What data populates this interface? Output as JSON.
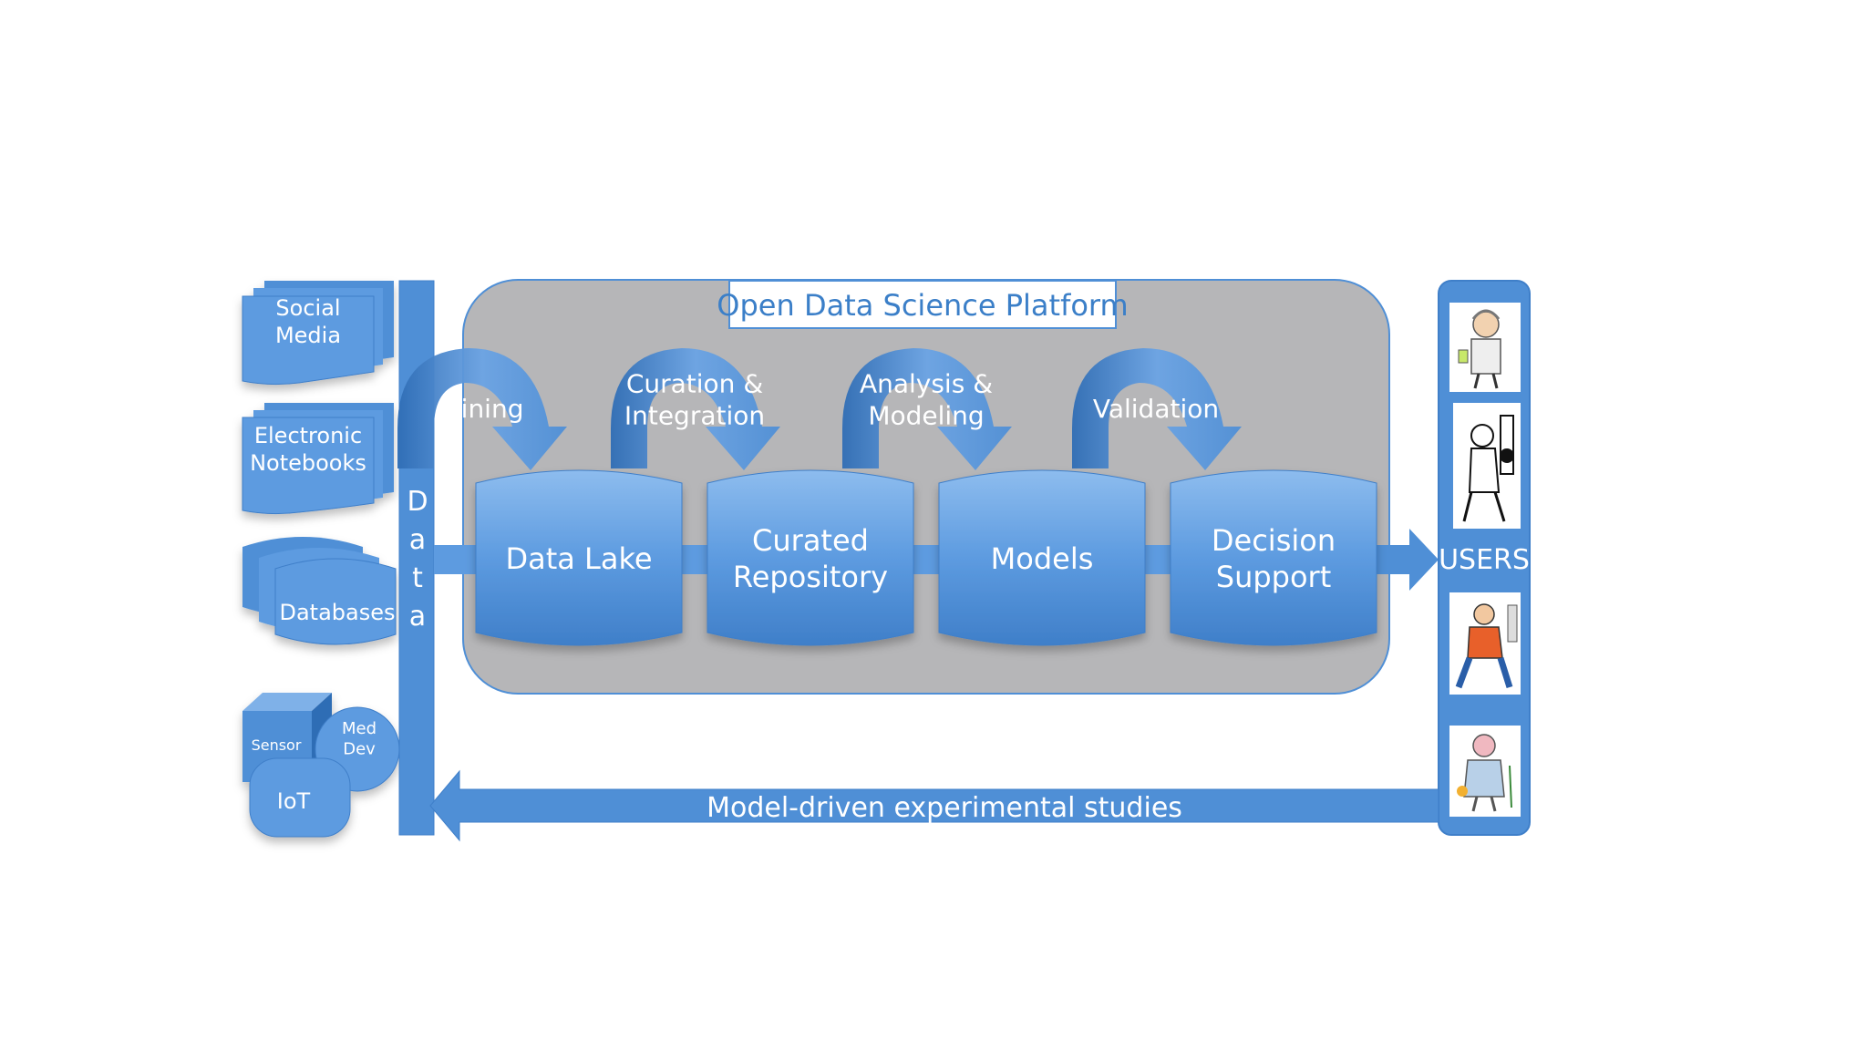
{
  "colors": {
    "blue": "#4f8fd6",
    "blue_light": "#7fb1e8",
    "blue_dark": "#2f6db5",
    "panel_gray": "#b6b6b8",
    "title_text": "#3b7fc8",
    "white": "#ffffff"
  },
  "platform": {
    "title": "Open Data Science Platform"
  },
  "sources": {
    "social_media": "Social\nMedia",
    "electronic_notebooks": "Electronic\nNotebooks",
    "databases": "Databases",
    "sensor": "Sensor",
    "med_dev": "Med\nDev",
    "iot": "IoT"
  },
  "data_bar": {
    "letters": [
      "D",
      "a",
      "t",
      "a"
    ]
  },
  "stages": [
    {
      "label": "Data Lake"
    },
    {
      "label": "Curated\nRepository"
    },
    {
      "label": "Models"
    },
    {
      "label": "Decision\nSupport"
    }
  ],
  "process_arrows": [
    {
      "label": "Mining"
    },
    {
      "label": "Curation &\nIntegration"
    },
    {
      "label": "Analysis &\nModeling"
    },
    {
      "label": "Validation"
    }
  ],
  "users": {
    "label": "USERS",
    "figures": [
      "scientist-figure-icon",
      "lab-worker-figure-icon",
      "researcher-figure-icon",
      "elder-figure-icon"
    ]
  },
  "feedback": {
    "label": "Model-driven experimental studies"
  }
}
